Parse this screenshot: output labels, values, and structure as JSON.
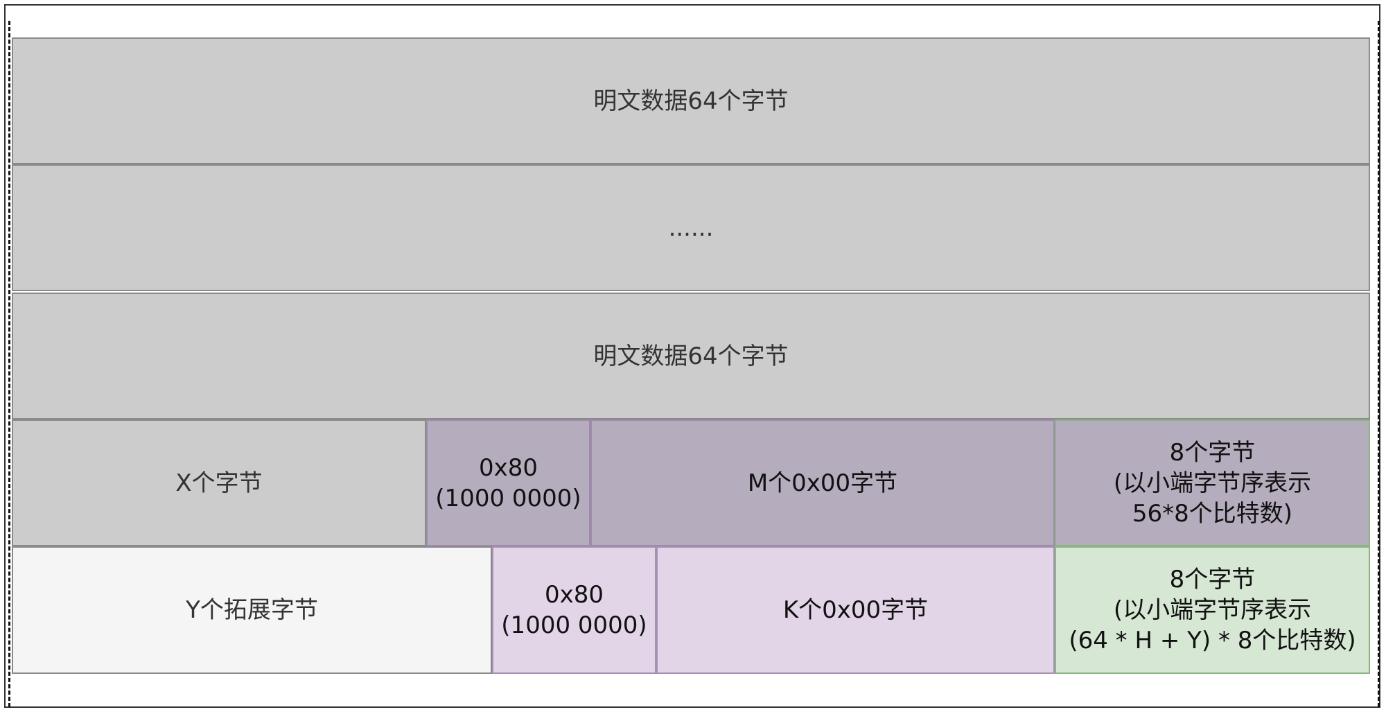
{
  "diagram": {
    "rows": [
      {
        "cells": [
          {
            "label": "明文数据64个字节"
          }
        ]
      },
      {
        "cells": [
          {
            "label": "......"
          }
        ]
      },
      {
        "cells": [
          {
            "label": "明文数据64个字节"
          }
        ]
      },
      {
        "cells": [
          {
            "label": "X个字节"
          },
          {
            "label": "0x80\n(1000 0000)"
          },
          {
            "label": "M个0x00字节"
          },
          {
            "label": "8个字节\n(以小端字节序表示\n56*8个比特数)"
          }
        ]
      },
      {
        "cells": [
          {
            "label": "Y个拓展字节"
          },
          {
            "label": "0x80\n(1000 0000)"
          },
          {
            "label": "K个0x00字节"
          },
          {
            "label": "8个字节\n(以小端字节序表示\n(64 * H + Y) * 8个比特数)"
          }
        ]
      }
    ],
    "colors": {
      "plaintext": "#cccccc",
      "padding_byte_row4": "#b5acbd",
      "extension": "#f5f5f5",
      "padding_byte_row5": "#e2d5e8",
      "length_field_row5": "#d6e7d4"
    }
  }
}
